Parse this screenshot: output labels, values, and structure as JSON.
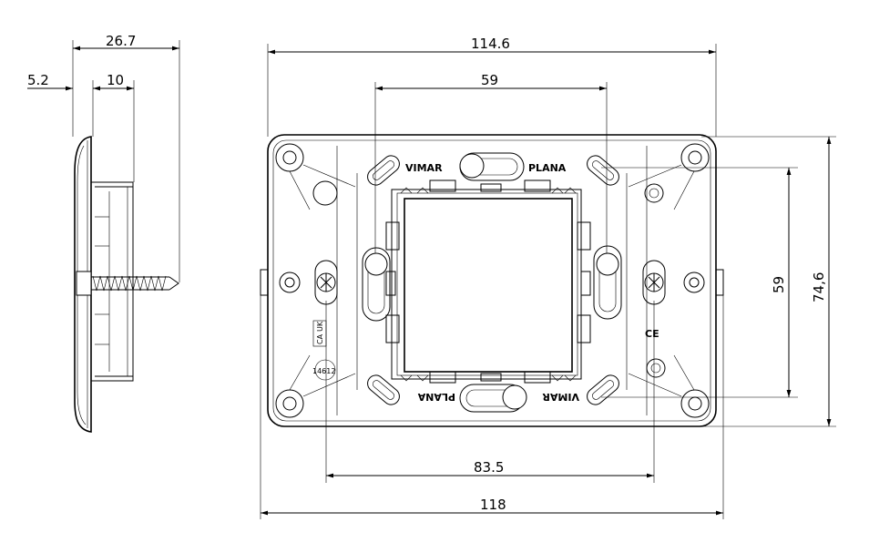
{
  "dimensions": {
    "side_depth": "26.7",
    "side_flange": "5.2",
    "side_body": "10",
    "frame_width": "114.6",
    "inner_width": "59",
    "screw_spacing": "83.5",
    "overall_width": "118",
    "inner_height": "59",
    "frame_height": "74,6"
  },
  "markings": {
    "brand": "VIMAR",
    "series": "PLANA",
    "ukca_top": "UK",
    "ukca_bottom": "CA",
    "code": "14612",
    "ce": "CE"
  }
}
